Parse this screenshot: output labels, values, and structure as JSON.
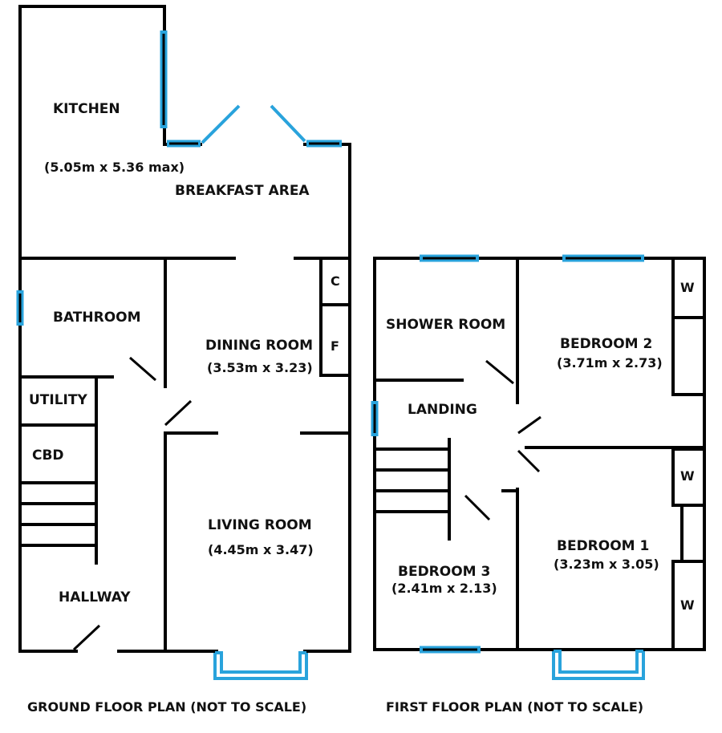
{
  "ground_floor": {
    "caption": "GROUND FLOOR PLAN (NOT TO SCALE)",
    "rooms": {
      "kitchen": "KITCHEN",
      "kitchen_size": "(5.05m x 5.36 max)",
      "breakfast": "BREAKFAST AREA",
      "bathroom": "BATHROOM",
      "dining": "DINING ROOM",
      "dining_size": "(3.53m x 3.23)",
      "utility": "UTILITY",
      "cbd": "CBD",
      "living": "LIVING ROOM",
      "living_size": "(4.45m x 3.47)",
      "hallway": "HALLWAY",
      "cupboard": "C",
      "fridge": "F"
    }
  },
  "first_floor": {
    "caption": "FIRST FLOOR PLAN (NOT TO SCALE)",
    "rooms": {
      "shower": "SHOWER ROOM",
      "bedroom2": "BEDROOM 2",
      "bedroom2_size": "(3.71m x 2.73)",
      "landing": "LANDING",
      "bedroom3": "BEDROOM 3",
      "bedroom3_size": "(2.41m x 2.13)",
      "bedroom1": "BEDROOM 1",
      "bedroom1_size": "(3.23m x 3.05)",
      "wardrobe_a": "W",
      "wardrobe_b": "W",
      "wardrobe_c": "W"
    }
  },
  "colors": {
    "wall": "#000000",
    "window": "#29a3dc"
  }
}
